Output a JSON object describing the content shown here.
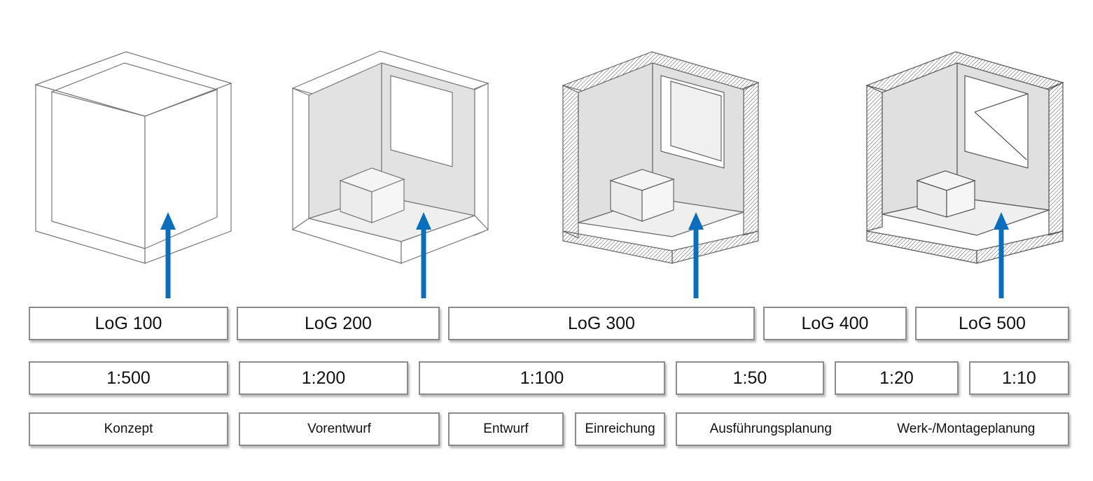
{
  "log_levels": [
    "LoG 100",
    "LoG 200",
    "LoG 300",
    "LoG 400",
    "LoG 500"
  ],
  "scales": [
    "1:500",
    "1:200",
    "1:100",
    "1:50",
    "1:20",
    "1:10"
  ],
  "phases": [
    "Konzept",
    "Vorentwurf",
    "Entwurf",
    "Einreichung",
    "Ausführungsplanung",
    "Werk-/Montageplanung"
  ],
  "arrow_color": "#0a6ebd",
  "model_illustrations": [
    "plain-box-model",
    "room-with-opening-model",
    "room-with-window-and-armchair-model",
    "detailed-room-with-window-and-furniture-model"
  ]
}
